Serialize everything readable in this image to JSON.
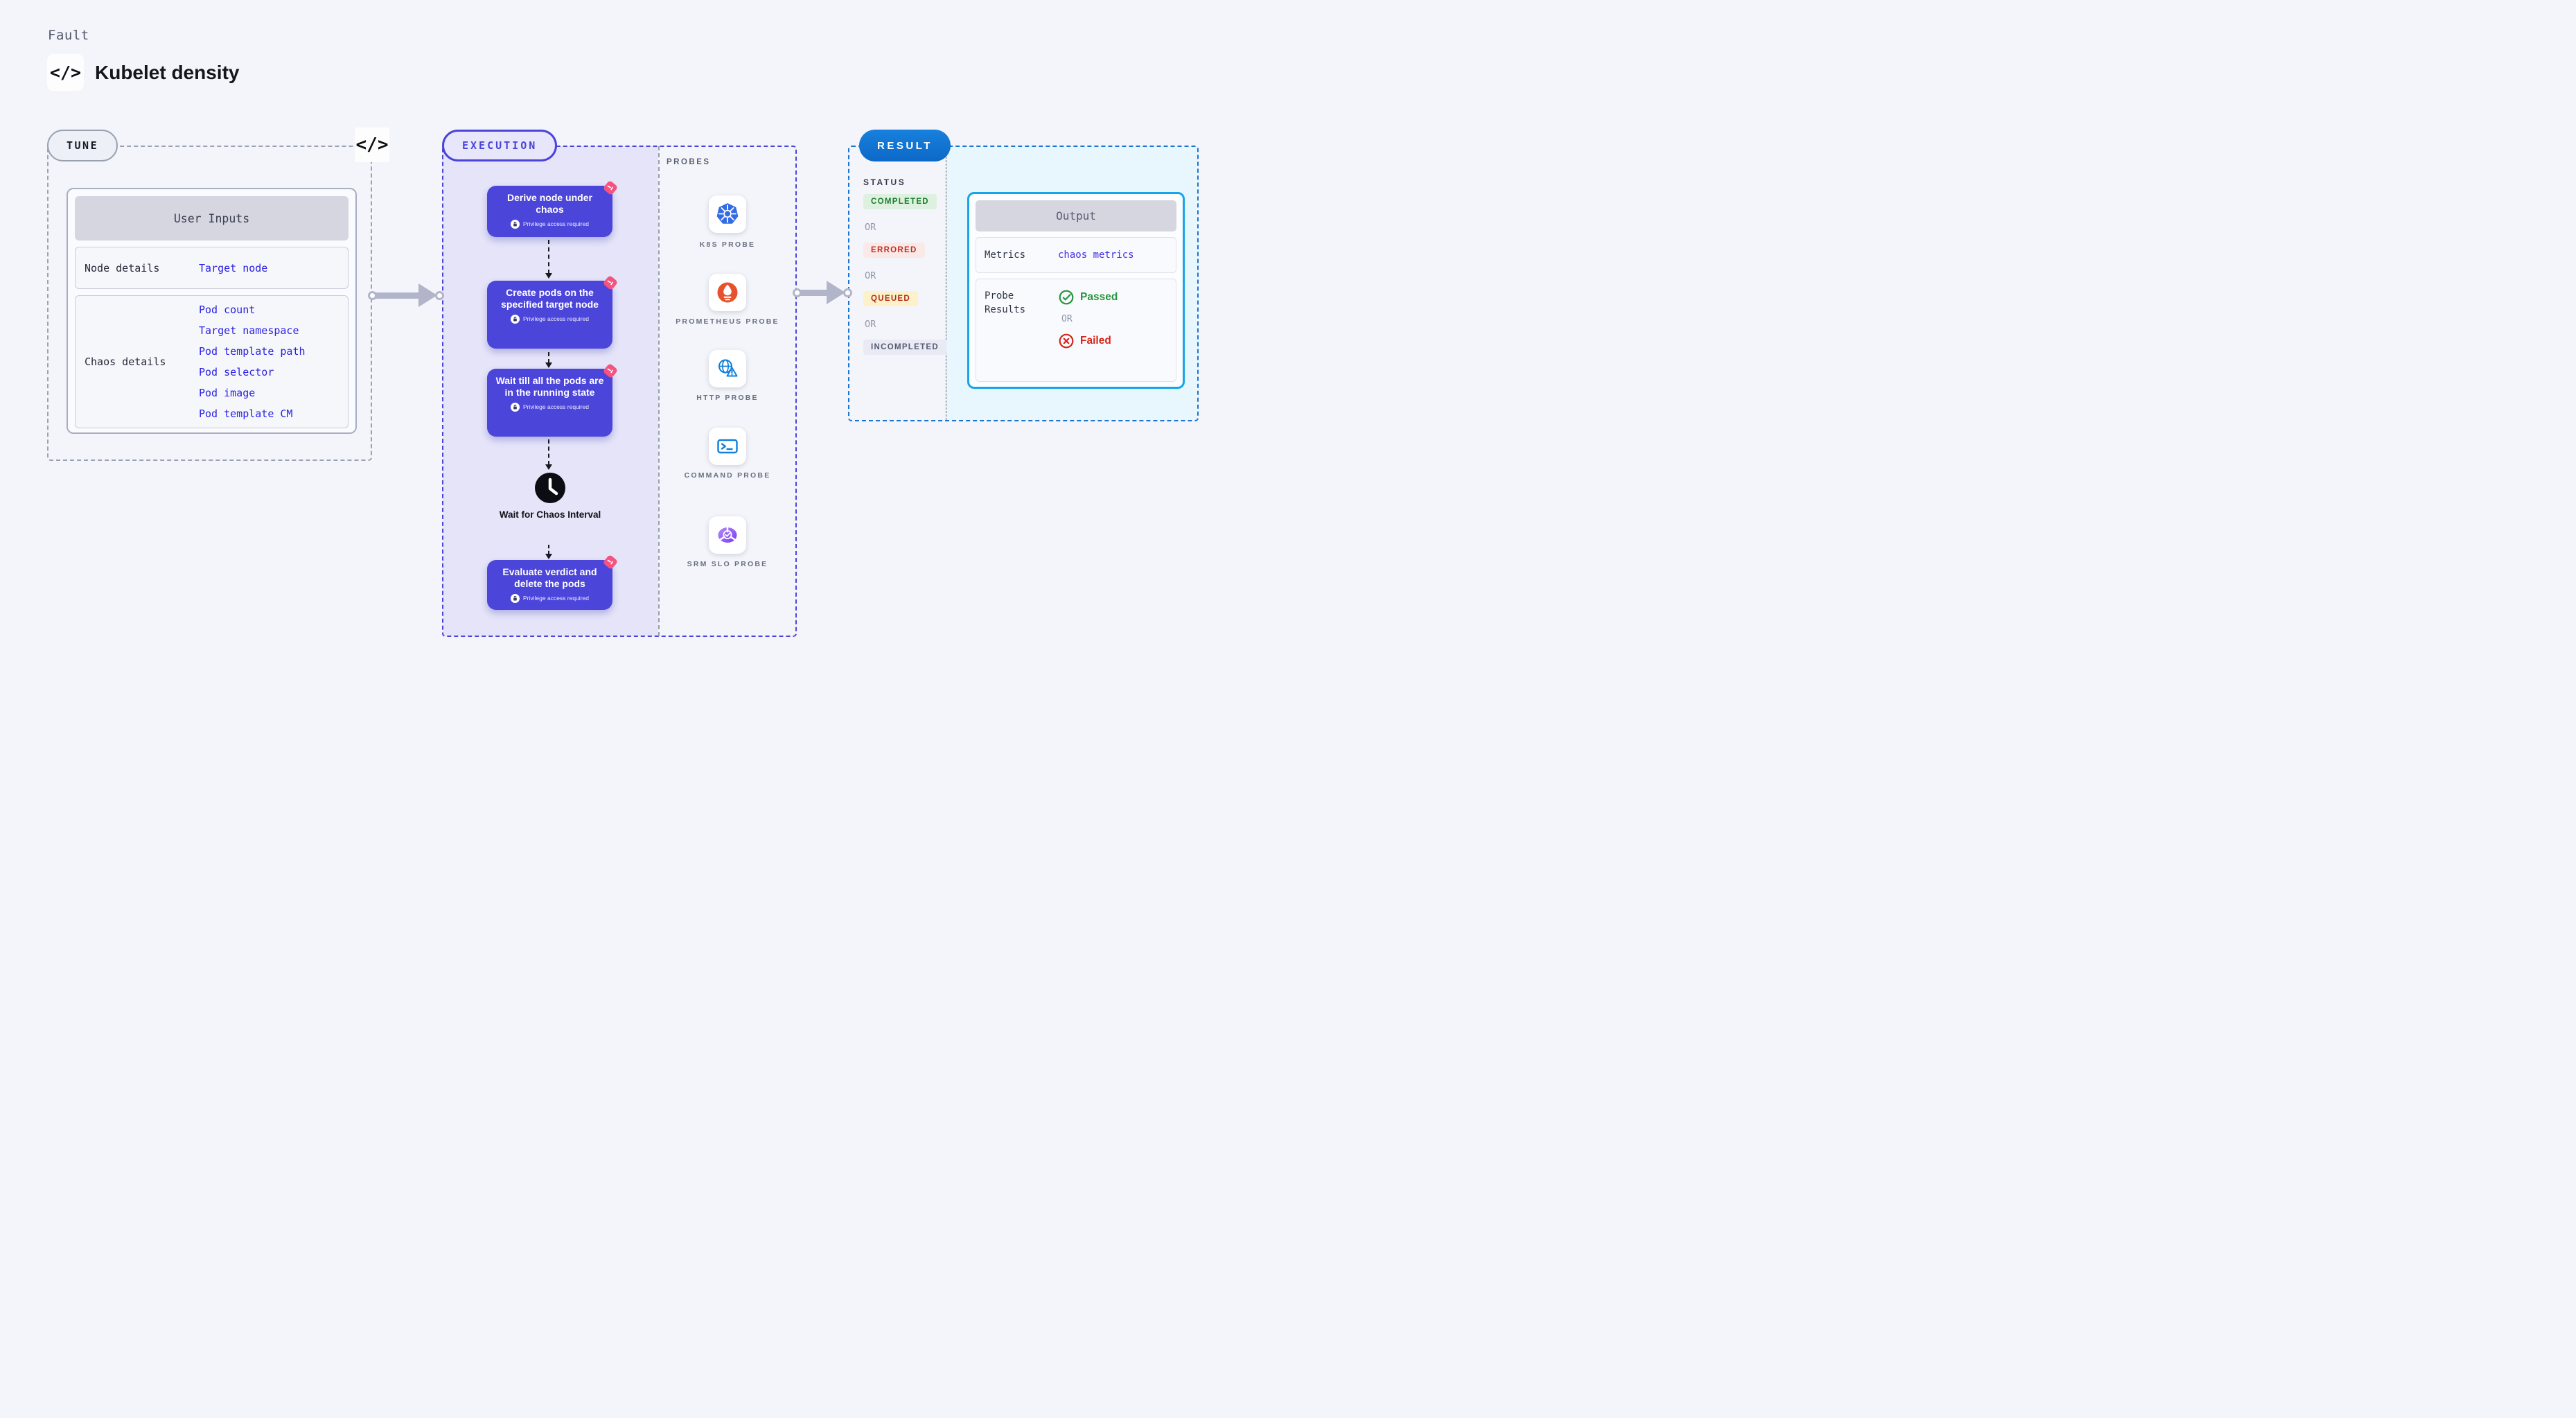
{
  "page": {
    "eyebrow": "Fault",
    "title": "Kubelet density",
    "code_icon_glyph": "</>"
  },
  "tune": {
    "pill": "TUNE",
    "user_inputs": {
      "header": "User Inputs",
      "rows": [
        {
          "label": "Node details",
          "links": [
            "Target node"
          ]
        },
        {
          "label": "Chaos details",
          "links": [
            "Pod count",
            "Target namespace",
            "Pod template path",
            "Pod selector",
            "Pod image",
            "Pod template CM"
          ]
        }
      ]
    }
  },
  "execution": {
    "pill": "EXECUTION",
    "privilege_label": "Privilege access required",
    "steps": [
      {
        "title": "Derive node under chaos"
      },
      {
        "title": "Create pods on the specified target node"
      },
      {
        "title": "Wait till all the pods are in the running state"
      }
    ],
    "wait_label": "Wait for Chaos Interval",
    "final_step": {
      "title": "Evaluate verdict and delete the pods"
    }
  },
  "probes": {
    "heading": "PROBES",
    "items": [
      {
        "name": "K8S PROBE"
      },
      {
        "name": "PROMETHEUS PROBE"
      },
      {
        "name": "HTTP PROBE"
      },
      {
        "name": "COMMAND PROBE"
      },
      {
        "name": "SRM SLO PROBE"
      }
    ]
  },
  "result": {
    "pill": "RESULT",
    "status": {
      "heading": "STATUS",
      "or_label": "OR",
      "badges": [
        {
          "text": "COMPLETED",
          "color": "#1a7d2f",
          "bg": "#ddf1de"
        },
        {
          "text": "ERRORED",
          "color": "#c42a1d",
          "bg": "#fbe9e8"
        },
        {
          "text": "QUEUED",
          "color": "#b02f15",
          "bg": "#fdf1cb"
        },
        {
          "text": "INCOMPLETED",
          "color": "#545b72",
          "bg": "#e9eaf3"
        }
      ]
    },
    "output": {
      "header": "Output",
      "metrics_label": "Metrics",
      "metrics_value": "chaos metrics",
      "probe_results_label": "Probe Results",
      "passed_label": "Passed",
      "or_label": "OR",
      "failed_label": "Failed"
    }
  },
  "colors": {
    "page_bg": "#f4f5fa",
    "accent_indigo": "#4a44d8",
    "step_card": "#4b45da",
    "execution_panel": "#e5e4f9",
    "result_blue": "#0e70d0",
    "output_border": "#15a5e8",
    "cyan_panel": "#e8f6fd",
    "link_blue": "#2a21e5",
    "passed_green": "#27963d",
    "failed_red": "#d3271c",
    "pink_badge": "#f6527f",
    "k8s_blue": "#326ce5",
    "prometheus_orange": "#e6522c",
    "probe_icon_blue": "#1080dc",
    "srm_purple": "#8b5cf6"
  }
}
